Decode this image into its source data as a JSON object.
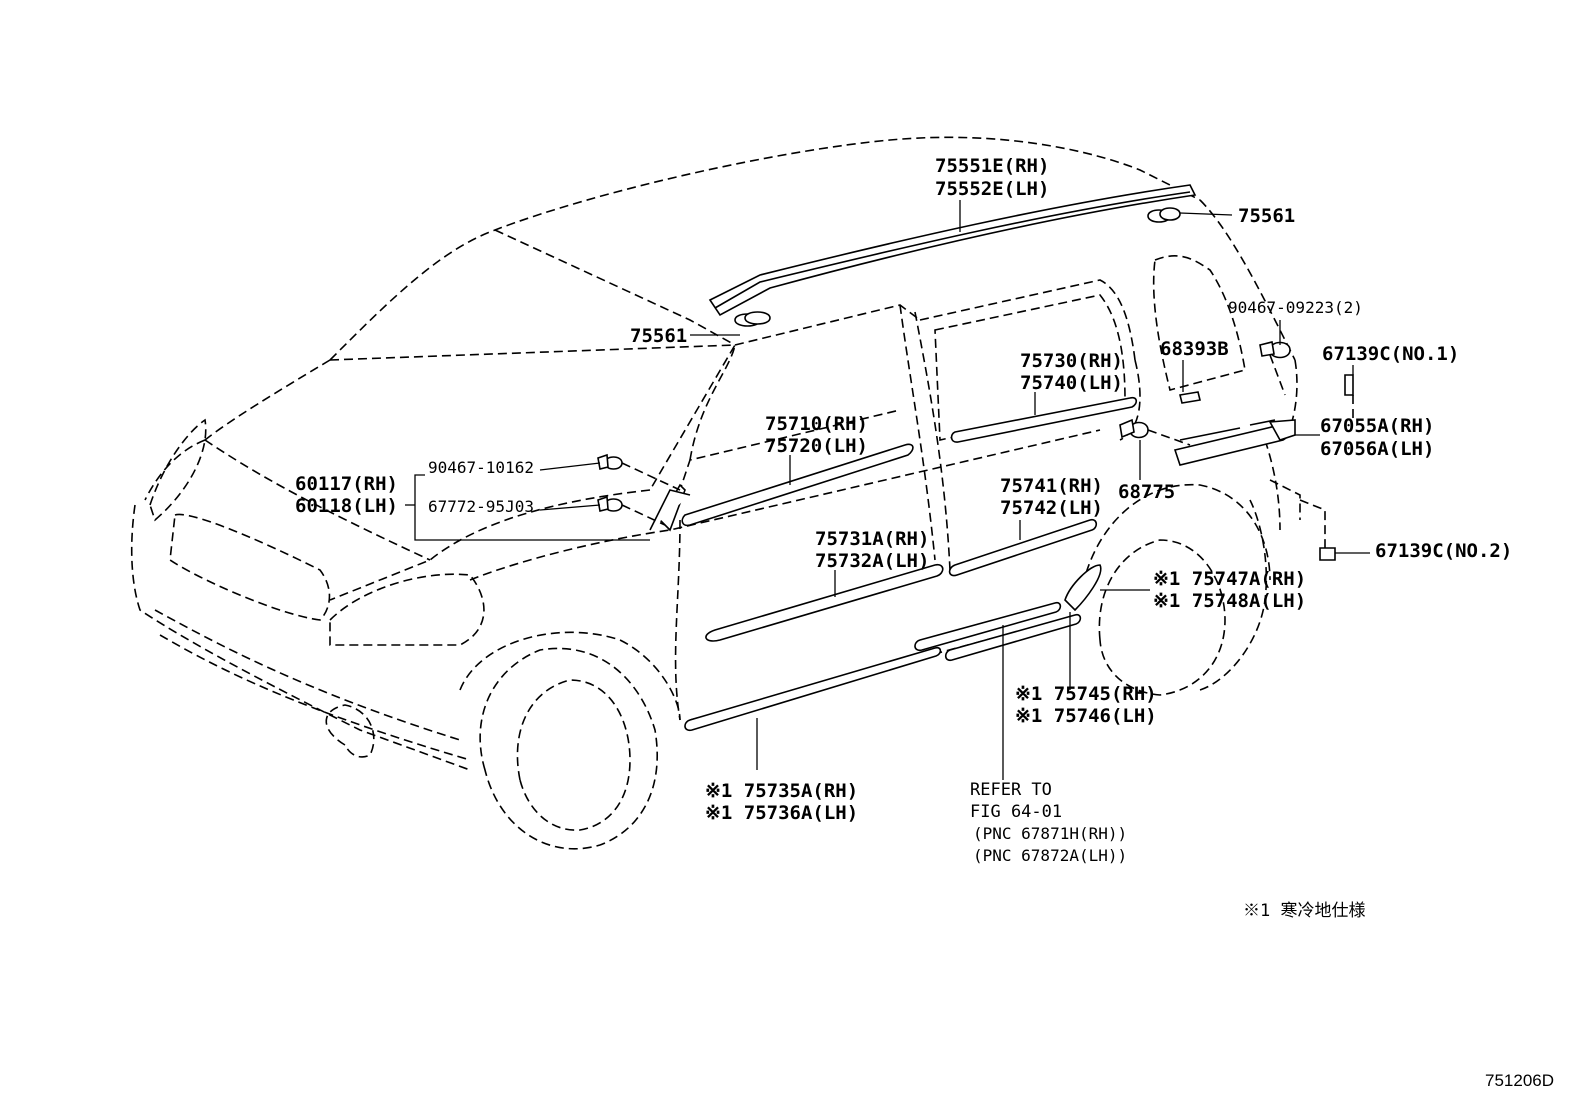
{
  "diagram": {
    "figure_number": "751206D",
    "footnote": "※1 寒冷地仕様",
    "labels": {
      "roof_rack_rh": "75551E(RH)",
      "roof_rack_lh": "75552E(LH)",
      "rack_cover_rear": "75561",
      "rack_cover_front": "75561",
      "screw_rear": "90467-09223(2)",
      "clip_1": "67139C(NO.1)",
      "clip_2": "67139C(NO.2)",
      "p68393B": "68393B",
      "p68775": "68775",
      "fender_rh": "67055A(RH)",
      "fender_lh": "67056A(LH)",
      "rear_door_upper_rh": "75730(RH)",
      "rear_door_upper_lh": "75740(LH)",
      "front_door_upper_rh": "75710(RH)",
      "front_door_upper_lh": "75720(LH)",
      "rear_door_mid_rh": "75741(RH)",
      "rear_door_mid_lh": "75742(LH)",
      "front_door_mid_rh": "75731A(RH)",
      "front_door_mid_lh": "75732A(LH)",
      "mirror_rh": "60117(RH)",
      "mirror_lh": "60118(LH)",
      "mirror_clip": "90467-10162",
      "mirror_screw": "67772-95J03",
      "mudguard_rh": "※1 75747A(RH)",
      "mudguard_lh": "※1 75748A(LH)",
      "rocker_rear_rh": "※1 75745(RH)",
      "rocker_rear_lh": "※1 75746(LH)",
      "rocker_front_rh": "※1 75735A(RH)",
      "rocker_front_lh": "※1 75736A(LH)",
      "refer_1": "REFER TO",
      "refer_2": "FIG 64-01",
      "refer_3": "(PNC 67871H(RH))",
      "refer_4": "(PNC 67872A(LH))"
    }
  }
}
